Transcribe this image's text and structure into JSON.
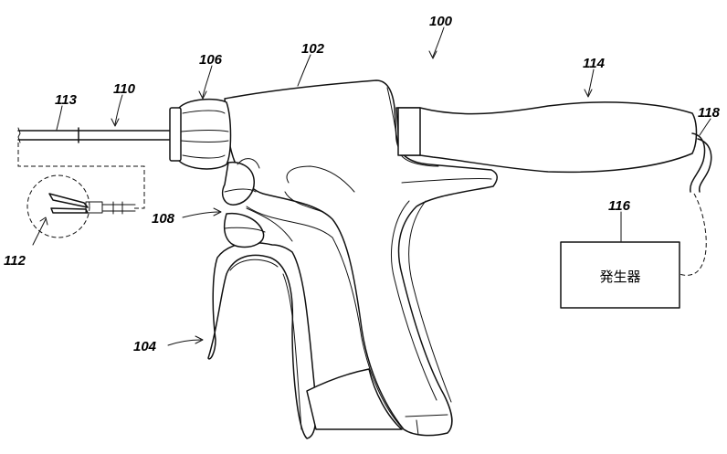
{
  "figure": {
    "reference_labels": {
      "device": "100",
      "housing": "102",
      "handle": "104",
      "rotation_knob": "106",
      "trigger": "108",
      "shaft": "110",
      "end_effector": "112",
      "shaft_tip": "113",
      "grip": "114",
      "generator": "116",
      "cable": "118"
    },
    "generator_box_label": "発生器"
  }
}
